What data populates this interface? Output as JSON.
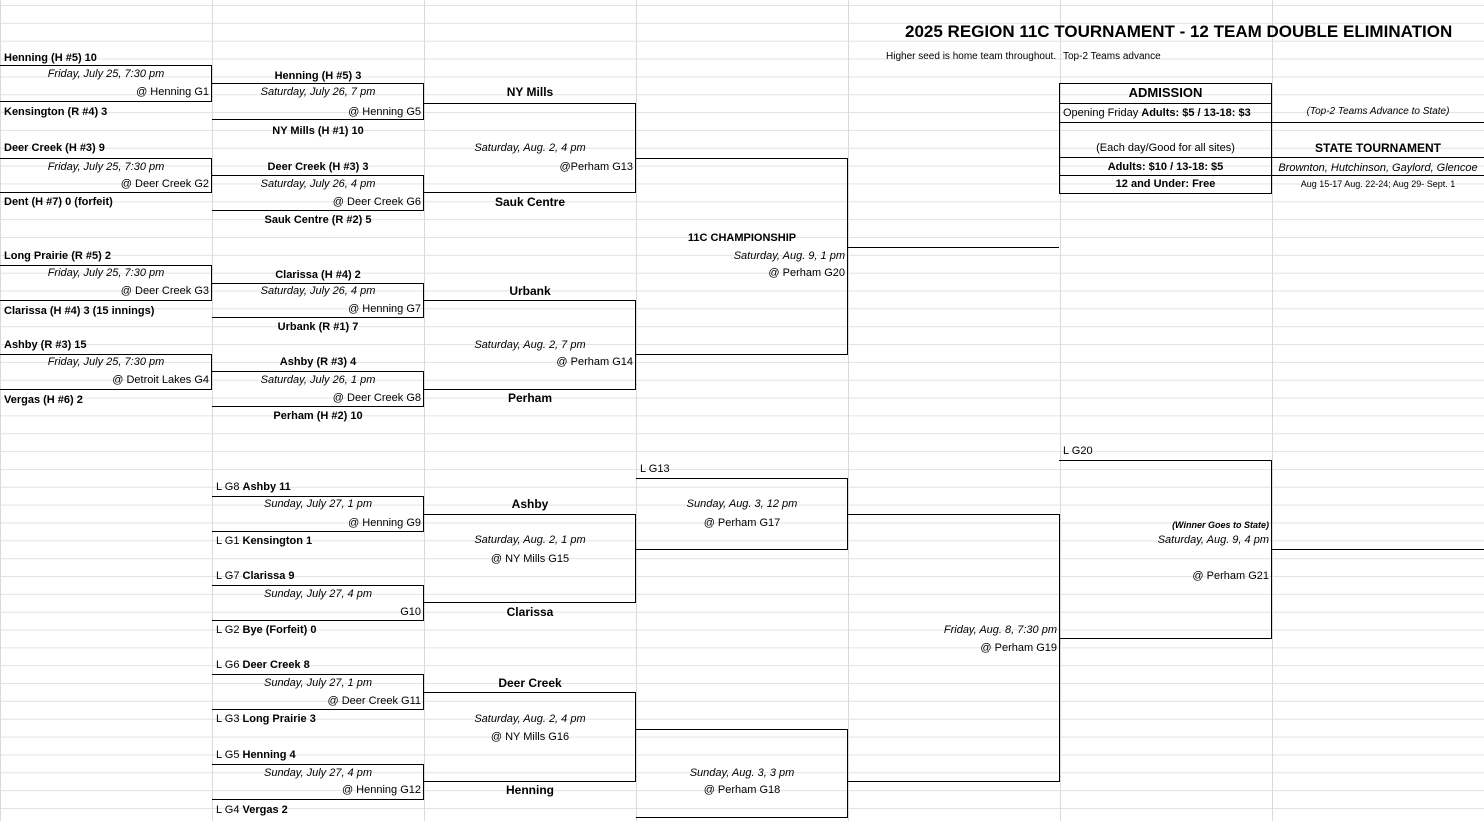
{
  "title": "2025 REGION 11C TOURNAMENT - 12 TEAM DOUBLE ELIMINATION",
  "subtitle_left": "Higher seed is home team throughout.",
  "subtitle_right": "Top-2 Teams advance",
  "admission": {
    "header": "ADMISSION",
    "opening_prefix": "Opening Friday ",
    "opening_prices": "Adults: $5 / 13-18: $3",
    "each_day": "(Each day/Good for all sites)",
    "adult_price": "Adults: $10 / 13-18: $5",
    "kids": "12 and Under: Free"
  },
  "state": {
    "note": "(Top-2 Teams Advance to State)",
    "header": "STATE TOURNAMENT",
    "sites": "Brownton, Hutchinson, Gaylord, Glencoe",
    "dates": "Aug 15-17 Aug. 22-24; Aug 29- Sept. 1"
  },
  "r1": {
    "g1_top": "Henning (H #5) 10",
    "g1_date": "Friday, July 25, 7:30 pm",
    "g1_loc": "@ Henning G1",
    "g1_bot": "Kensington (R #4) 3",
    "g2_top": "Deer Creek (H #3) 9",
    "g2_date": "Friday, July 25, 7:30 pm",
    "g2_loc": "@ Deer Creek G2",
    "g2_bot": "Dent (H #7) 0 (forfeit)",
    "g3_top": "Long Prairie (R #5) 2",
    "g3_date": "Friday, July 25, 7:30 pm",
    "g3_loc": "@ Deer Creek G3",
    "g3_bot": "Clarissa (H #4) 3 (15 innings)",
    "g4_top": "Ashby (R #3) 15",
    "g4_date": "Friday, July 25, 7:30 pm",
    "g4_loc": "@ Detroit Lakes G4",
    "g4_bot": "Vergas (H #6) 2"
  },
  "r2": {
    "g5_top": "Henning (H #5) 3",
    "g5_date": "Saturday, July 26, 7 pm",
    "g5_loc": "@ Henning G5",
    "g5_bot": "NY Mills (H #1) 10",
    "g6_top": "Deer Creek (H #3) 3",
    "g6_date": "Saturday, July 26, 4 pm",
    "g6_loc": "@ Deer Creek G6",
    "g6_bot": "Sauk Centre (R #2) 5",
    "g7_top": "Clarissa (H #4) 2",
    "g7_date": "Saturday, July 26, 4 pm",
    "g7_loc": "@ Henning G7",
    "g7_bot": "Urbank (R #1) 7",
    "g8_top": "Ashby (R #3) 4",
    "g8_date": "Saturday, July 26, 1 pm",
    "g8_loc": "@ Deer Creek G8",
    "g8_bot": "Perham (H #2) 10"
  },
  "r3": {
    "w5": "NY Mills",
    "g13_date": "Saturday, Aug. 2, 4 pm",
    "g13_loc": "@Perham G13",
    "w6": "Sauk Centre",
    "w7": "Urbank",
    "g14_date": "Saturday, Aug. 2, 7 pm",
    "g14_loc": "@ Perham G14",
    "w8": "Perham"
  },
  "champ": {
    "label": "11C CHAMPIONSHIP",
    "date": "Saturday, Aug. 9, 1 pm",
    "loc": "@ Perham G20"
  },
  "lb1": {
    "g9_top_pre": "L G8 ",
    "g9_top": "Ashby 11",
    "g9_date": "Sunday, July 27, 1 pm",
    "g9_loc": "@ Henning G9",
    "g9_bot_pre": "L G1 ",
    "g9_bot": "Kensington 1",
    "g10_top_pre": "L G7 ",
    "g10_top": "Clarissa 9",
    "g10_date": "Sunday, July 27, 4 pm",
    "g10_loc": "G10",
    "g10_bot_pre": "L G2 ",
    "g10_bot": "Bye (Forfeit) 0",
    "g11_top_pre": "L G6 ",
    "g11_top": "Deer Creek 8",
    "g11_date": "Sunday, July 27, 1 pm",
    "g11_loc": "@ Deer Creek G11",
    "g11_bot_pre": "L G3 ",
    "g11_bot": "Long Prairie 3",
    "g12_top_pre": "L G5 ",
    "g12_top": "Henning 4",
    "g12_date": "Sunday, July 27, 4 pm",
    "g12_loc": "@ Henning G12",
    "g12_bot_pre": "L G4 ",
    "g12_bot": "Vergas 2"
  },
  "lb2": {
    "w9": "Ashby",
    "g15_date": "Saturday, Aug. 2, 1 pm",
    "g15_loc": "@ NY Mills G15",
    "w10": "Clarissa",
    "w11": "Deer Creek",
    "g16_date": "Saturday, Aug. 2, 4 pm",
    "g16_loc": "@ NY Mills G16",
    "w12": "Henning"
  },
  "lb3": {
    "lg13": "L G13",
    "g17_date": "Sunday, Aug. 3, 12 pm",
    "g17_loc": "@ Perham G17",
    "g18_date": "Sunday, Aug. 3, 3 pm",
    "g18_loc": "@ Perham G18"
  },
  "g19": {
    "date": "Friday, Aug. 8, 7:30 pm",
    "loc": "@ Perham G19"
  },
  "g21": {
    "lg20": "L G20",
    "note": "(Winner Goes to State)",
    "date": "Saturday, Aug. 9, 4 pm",
    "loc": "@ Perham G21"
  }
}
